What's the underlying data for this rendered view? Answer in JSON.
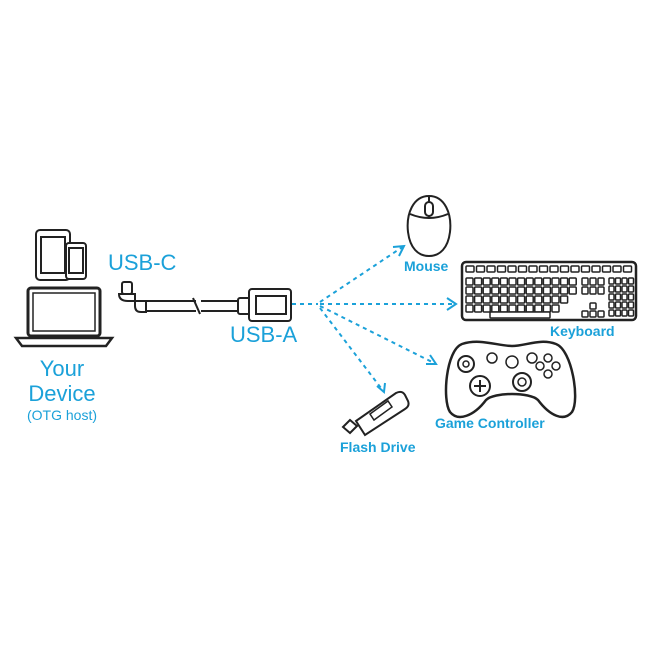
{
  "host": {
    "title_line1": "Your",
    "title_line2": "Device",
    "subtitle": "(OTG host)"
  },
  "connectors": {
    "usb_c": "USB-C",
    "usb_a": "USB-A"
  },
  "peripherals": {
    "mouse": "Mouse",
    "keyboard": "Keyboard",
    "game_controller": "Game Controller",
    "flash_drive": "Flash Drive"
  },
  "colors": {
    "accent": "#1ba1d9",
    "line_art": "#222222"
  }
}
